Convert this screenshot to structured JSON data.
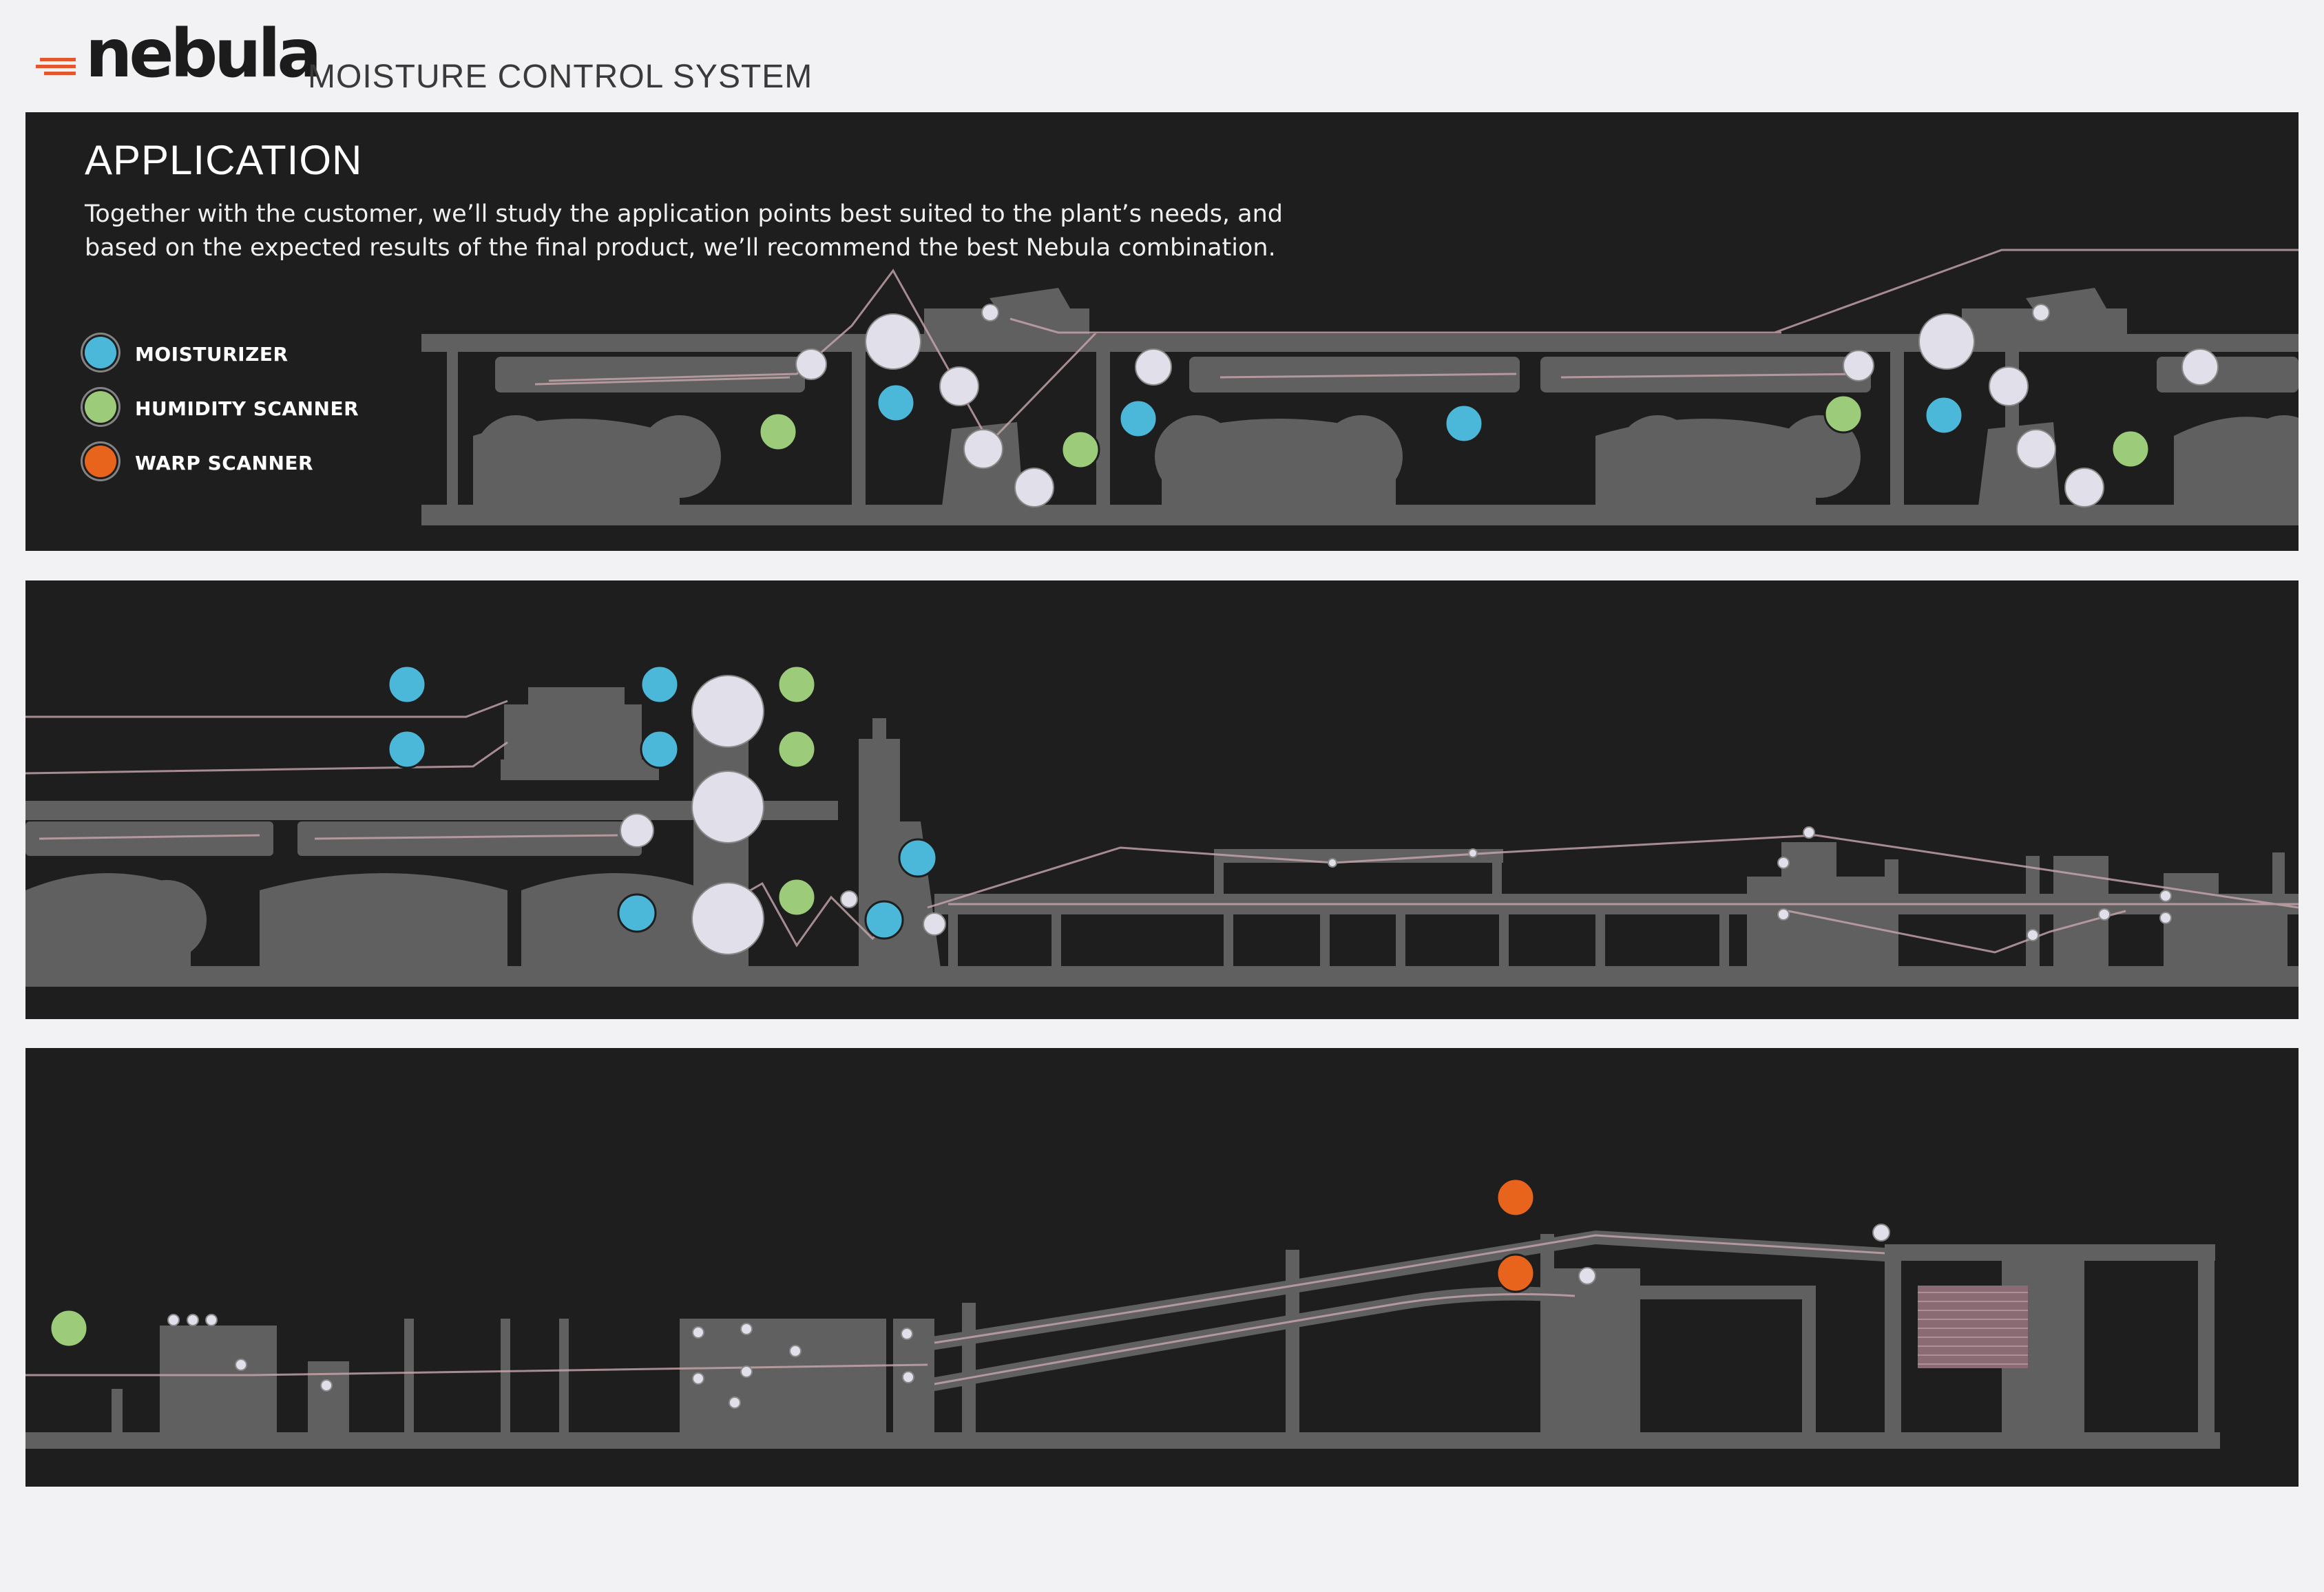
{
  "brand": {
    "name": "nebula",
    "subtitle": "MOISTURE CONTROL SYSTEM",
    "accent_color": "#e4572e"
  },
  "intro": {
    "title": "APPLICATION",
    "description": "Together with the customer, we’ll study the application points best suited to the plant’s needs, and based on the expected results of the final product, we’ll recommend the best Nebula combination."
  },
  "legend": {
    "items": [
      {
        "label": "MOISTURIZER",
        "color": "#4bb8da",
        "icon": "moisturizer-dot-icon"
      },
      {
        "label": "HUMIDITY SCANNER",
        "color": "#9ccc7a",
        "icon": "humidity-scanner-dot-icon"
      },
      {
        "label": "WARP SCANNER",
        "color": "#e8641c",
        "icon": "warp-scanner-dot-icon"
      }
    ]
  },
  "colors": {
    "panel": "#1e1e1e",
    "machine": "#606060",
    "roll": "#e1dfe9",
    "paper_line": "#c8a7ad"
  }
}
